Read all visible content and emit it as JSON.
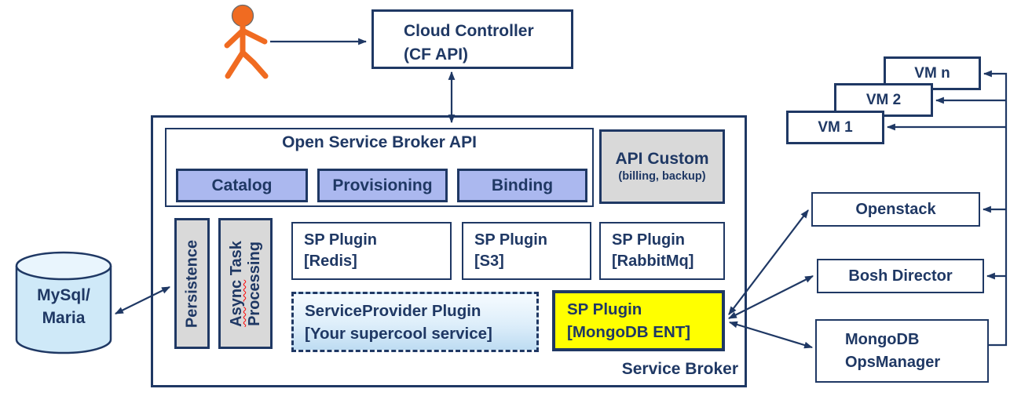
{
  "colors": {
    "navy": "#1f3864",
    "periwinkle": "#abb8ef",
    "gray": "#d9d9d9",
    "yellow": "#ffff00",
    "cylinder_blue": "#cfe9f8",
    "actor_orange": "#f06b21",
    "squiggle_red": "#ff0000"
  },
  "cloud_controller": {
    "line1": "Cloud Controller",
    "line2": "(CF API)"
  },
  "service_broker": {
    "label": "Service Broker",
    "osb_api": {
      "title": "Open Service Broker API",
      "catalog": "Catalog",
      "provisioning": "Provisioning",
      "binding": "Binding"
    },
    "api_custom": {
      "title": "API Custom",
      "subtitle": "(billing, backup)"
    },
    "persistence": {
      "label": "Persistence"
    },
    "async_task": {
      "word1": "Async",
      "word2": " Task",
      "line2": "Processing"
    },
    "plugin_redis": {
      "line1": "SP Plugin",
      "line2": "[Redis]"
    },
    "plugin_s3": {
      "line1": "SP Plugin",
      "line2": "[S3]"
    },
    "plugin_rabbitmq": {
      "line1": "SP Plugin",
      "line2": "[RabbitMq]"
    },
    "plugin_custom": {
      "line1": "ServiceProvider Plugin",
      "line2": "[Your supercool service]"
    },
    "plugin_mongodb": {
      "line1": "SP Plugin",
      "line2": "[MongoDB ENT]"
    }
  },
  "database": {
    "line1": "MySql/",
    "line2": "Maria"
  },
  "vms": {
    "vm1": "VM 1",
    "vm2": "VM 2",
    "vmn": "VM n"
  },
  "infrastructure": {
    "openstack": "Openstack",
    "bosh_director": "Bosh Director",
    "opsmanager_line1": "MongoDB",
    "opsmanager_line2": "OpsManager"
  }
}
